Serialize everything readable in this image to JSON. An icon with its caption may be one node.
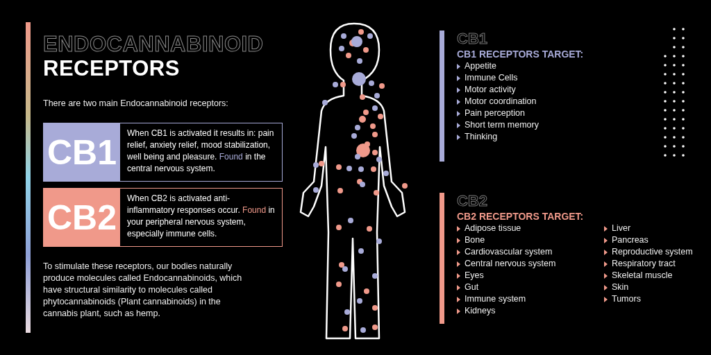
{
  "diagram": {
    "title": "ENDOCANNABINOID RECEPTORS",
    "nodes": [
      {
        "text": [
          "CB1",
          "When CB1 is activated it results in: pain relief, anxiety relief, mood stabilization, well being and pleasure. **Found** in the central nervous system."
        ]
      },
      {
        "text": [
          "CB2",
          "When CB2 is activated anti-inflammatory responses occur. **Found** in your peripheral nervous system, especially immune cells."
        ]
      },
      {
        "text": [
          "CB1",
          "CB1 RECEPTORS TARGET:",
          "Appetite",
          "Immune Cells",
          "Motor activity",
          "Motor coordination",
          "Pain  perception",
          "Short term memory",
          "Thinking"
        ]
      },
      {
        "text": [
          "CB2",
          "CB2 RECEPTORS TARGET:",
          "Adipose tissue",
          "Bone",
          "Cardiovascular system",
          "Central nervous system",
          "Eyes",
          "Gut",
          "Immune system",
          "Kidneys",
          "Liver",
          "Pancreas",
          "Reproductive system",
          "Respiratory tract",
          "Skeletal muscle",
          "Skin",
          "Tumors"
        ]
      }
    ],
    "labels": [
      "There are two main Endocannabinoid receptors:",
      "To stimulate these receptors, our bodies naturally produce molecules called Endocannabinoids, which have structural similarity to molecules called phytocannabinoids (Plant cannabinoids) in the cannabis plant, such as hemp."
    ]
  }
}
